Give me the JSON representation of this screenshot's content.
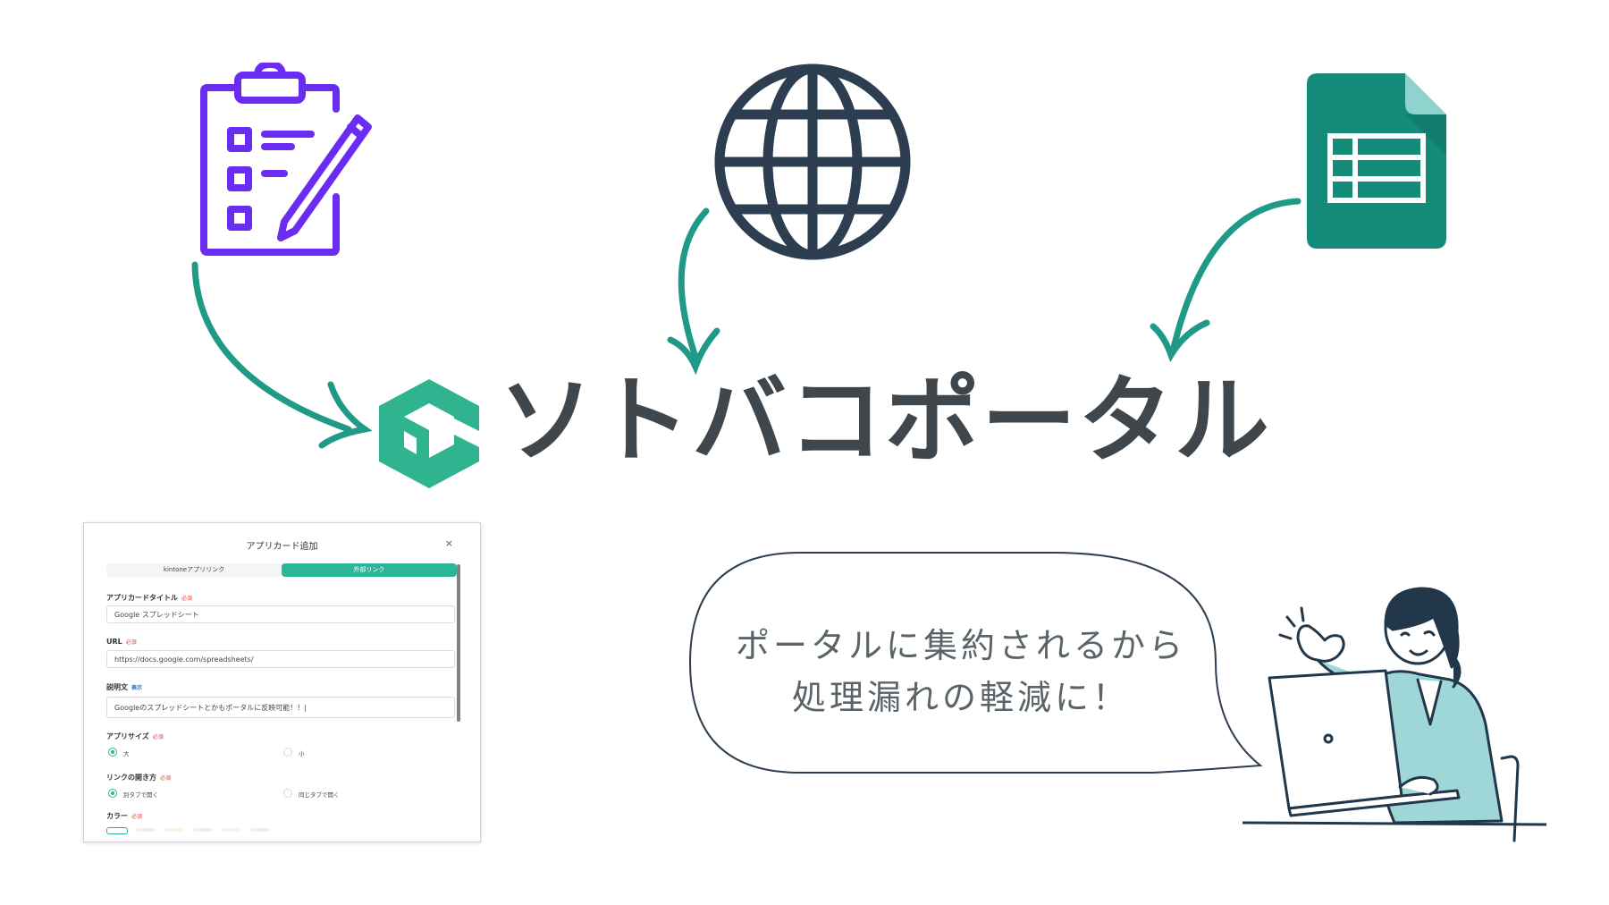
{
  "brand": {
    "name": "ソトバコポータル",
    "text_color": "#3f474c",
    "logo_color": "#2fb48f"
  },
  "icons": {
    "survey": "clipboard-checklist-pencil-icon",
    "web": "globe-icon",
    "sheets": "spreadsheet-icon",
    "arrow_color": "#1f9a86"
  },
  "dialog": {
    "title": "アプリカード追加",
    "close": "×",
    "tabs": [
      {
        "label": "kintoneアプリリンク",
        "active": false
      },
      {
        "label": "外部リンク",
        "active": true
      }
    ],
    "fields": {
      "title_label": "アプリカードタイトル",
      "title_value": "Google スプレッドシート",
      "url_label": "URL",
      "url_value": "https://docs.google.com/spreadsheets/",
      "desc_label": "説明文",
      "desc_info": "表示",
      "desc_value": "Googleのスプレッドシートとかもポータルに反映可能！！|",
      "size_label": "アプリサイズ",
      "size_large": "大",
      "size_small": "小",
      "open_label": "リンクの開き方",
      "open_new": "別タブで開く",
      "open_same": "同じタブで開く",
      "color_label": "カラー"
    },
    "required": "必須",
    "accent": "#2db59b"
  },
  "bubble": {
    "line1": "ポータルに集約されるから",
    "line2": "処理漏れの軽減に！"
  }
}
